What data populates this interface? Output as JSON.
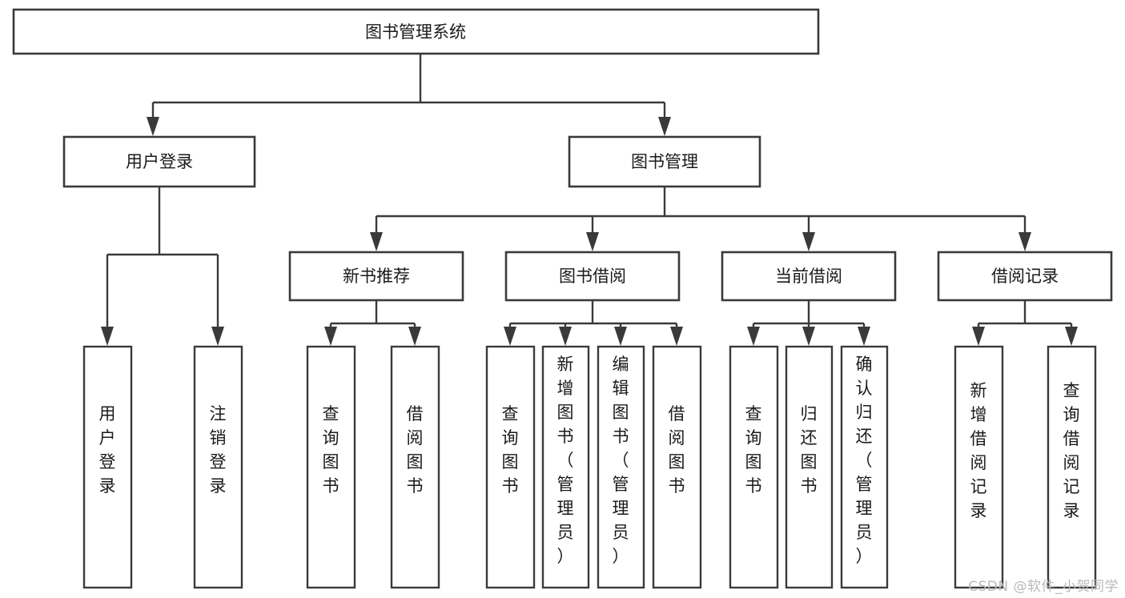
{
  "diagram": {
    "title": "图书管理系统",
    "type": "tree",
    "watermark": "CSDN @软件_小贺同学",
    "colors": {
      "stroke": "#3a3a3a",
      "fill": "#ffffff",
      "text": "#1a1a1a",
      "watermark": "#b9b9b9"
    },
    "root": {
      "id": "root",
      "label": "图书管理系统"
    },
    "level2": [
      {
        "id": "user-login",
        "label": "用户登录"
      },
      {
        "id": "book-manage",
        "label": "图书管理"
      }
    ],
    "level3": [
      {
        "id": "new-book-rec",
        "label": "新书推荐",
        "parent": "book-manage"
      },
      {
        "id": "book-borrow",
        "label": "图书借阅",
        "parent": "book-manage"
      },
      {
        "id": "current-borrow",
        "label": "当前借阅",
        "parent": "book-manage"
      },
      {
        "id": "borrow-record",
        "label": "借阅记录",
        "parent": "book-manage"
      }
    ],
    "leaves": [
      {
        "id": "leaf-user-login",
        "label": "用户登录",
        "parent": "user-login"
      },
      {
        "id": "leaf-logout",
        "label": "注销登录",
        "parent": "user-login"
      },
      {
        "id": "leaf-query-book-1",
        "label": "查询图书",
        "parent": "new-book-rec"
      },
      {
        "id": "leaf-borrow-book-1",
        "label": "借阅图书",
        "parent": "new-book-rec"
      },
      {
        "id": "leaf-query-book-2",
        "label": "查询图书",
        "parent": "book-borrow"
      },
      {
        "id": "leaf-add-book",
        "label": "新增图书（管理员）",
        "parent": "book-borrow"
      },
      {
        "id": "leaf-edit-book",
        "label": "编辑图书（管理员）",
        "parent": "book-borrow"
      },
      {
        "id": "leaf-borrow-book-2",
        "label": "借阅图书",
        "parent": "book-borrow"
      },
      {
        "id": "leaf-query-book-3",
        "label": "查询图书",
        "parent": "current-borrow"
      },
      {
        "id": "leaf-return-book",
        "label": "归还图书",
        "parent": "current-borrow"
      },
      {
        "id": "leaf-confirm-return",
        "label": "确认归还（管理员）",
        "parent": "current-borrow"
      },
      {
        "id": "leaf-add-record",
        "label": "新增借阅记录",
        "parent": "borrow-record"
      },
      {
        "id": "leaf-query-record",
        "label": "查询借阅记录",
        "parent": "borrow-record"
      }
    ]
  }
}
